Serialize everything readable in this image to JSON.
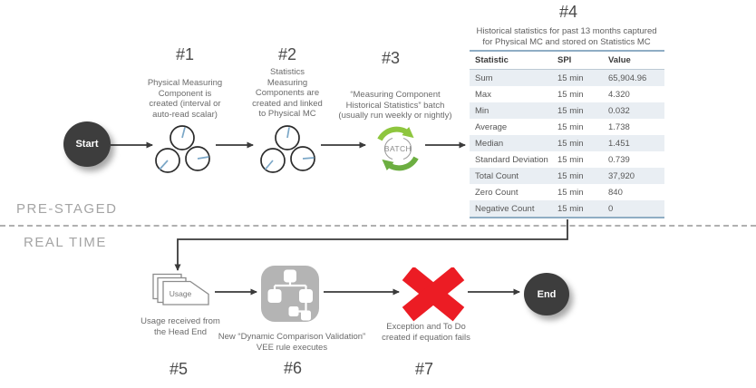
{
  "sections": {
    "pre_staged": "PRE-STAGED",
    "real_time": "REAL TIME"
  },
  "nodes": {
    "start": {
      "label": "Start"
    },
    "end": {
      "label": "End"
    },
    "batch": {
      "label": "BATCH"
    },
    "usage": {
      "label": "Usage"
    }
  },
  "steps": [
    {
      "id": "#1",
      "desc": "Physical Measuring\nComponent is\ncreated (interval  or\nauto-read scalar)"
    },
    {
      "id": "#2",
      "desc": "Statistics\nMeasuring\nComponents are\ncreated and linked\nto Physical MC"
    },
    {
      "id": "#3",
      "desc": "“Measuring Component\nHistorical Statistics” batch\n(usually run weekly or nightly)"
    },
    {
      "id": "#4",
      "desc": "Historical statistics for past 13 months captured\nfor Physical MC and stored on Statistics MC"
    },
    {
      "id": "#5",
      "desc": "Usage received from\nthe Head End"
    },
    {
      "id": "#6",
      "desc": "New “Dynamic Comparison Validation”\nVEE rule executes"
    },
    {
      "id": "#7",
      "desc": "Exception and To Do\ncreated if equation fails"
    }
  ],
  "table": {
    "headers": {
      "statistic": "Statistic",
      "spi": "SPI",
      "value": "Value"
    },
    "rows": [
      {
        "statistic": "Sum",
        "spi": "15 min",
        "value": "65,904.96"
      },
      {
        "statistic": "Max",
        "spi": "15 min",
        "value": "4.320"
      },
      {
        "statistic": "Min",
        "spi": "15 min",
        "value": "0.032"
      },
      {
        "statistic": "Average",
        "spi": "15 min",
        "value": "1.738"
      },
      {
        "statistic": "Median",
        "spi": "15 min",
        "value": "1.451"
      },
      {
        "statistic": "Standard Deviation",
        "spi": "15 min",
        "value": "0.739"
      },
      {
        "statistic": "Total Count",
        "spi": "15 min",
        "value": "37,920"
      },
      {
        "statistic": "Zero Count",
        "spi": "15 min",
        "value": "840"
      },
      {
        "statistic": "Negative Count",
        "spi": "15 min",
        "value": "0"
      }
    ]
  },
  "colors": {
    "node_dark": "#3d3d3d",
    "arrow": "#3a3a3a",
    "batch_green_light": "#8ec63e",
    "batch_green_dark": "#6cae41",
    "fail_red": "#ec1c24",
    "vee_icon_gray": "#b4b4b4",
    "gauge_needle_blue": "#7ba7c7",
    "table_border_blue": "#8fadc4",
    "table_row_alt": "#e9eef3",
    "stage_label_gray": "#a4a4a4"
  }
}
